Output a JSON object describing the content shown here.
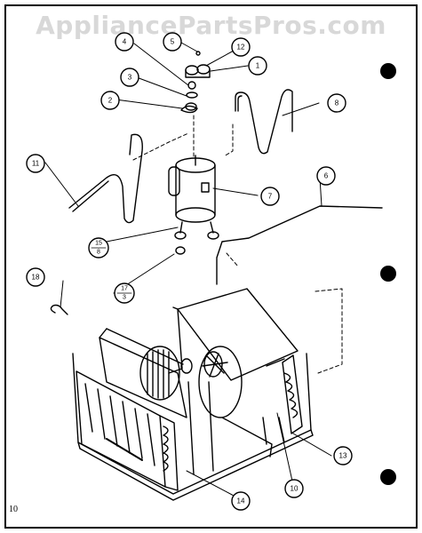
{
  "watermark": "AppliancePartsPros.com",
  "page_number": "10",
  "callouts": {
    "c1": "1",
    "c2": "2",
    "c3": "3",
    "c4": "4",
    "c5": "5",
    "c6": "6",
    "c7": "7",
    "c8": "8",
    "c10": "10",
    "c11": "11",
    "c12": "12",
    "c13": "13",
    "c14": "14",
    "c15": "15",
    "c15b": "8",
    "c17": "17",
    "c17b": "3",
    "c18": "18"
  }
}
